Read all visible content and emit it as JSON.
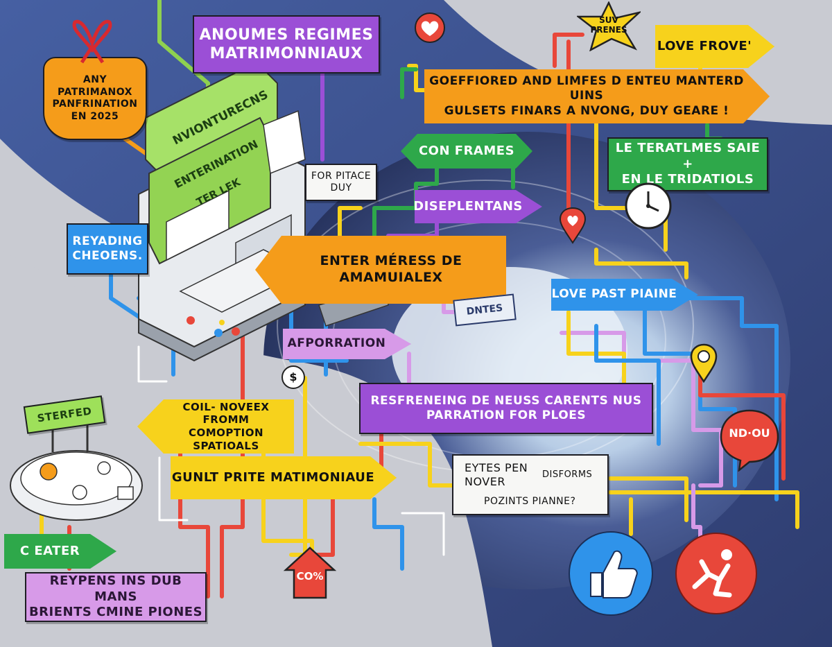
{
  "labels": {
    "top_center": "ANOUMES REGIMES\nMATRIMONNIAUX",
    "top_left_tag": "ANY\nPATRIMANOX\nPANFRINATION\nEN 2025",
    "star_badge": "SUV\nPRENES",
    "love_frove": "LOVE FROVE'",
    "orange_banner": "GOEFFIORED AND LIMFES D ENTEU MANTERD UINS\nGULSETS FINARS A NVONG, DUY GEARE !",
    "con_frames": "CON FRAMES",
    "le_tera": "LE TERATLMES SAIE +\nEN LE TRIDATIOLS",
    "for_pitace": "FOR PITACE\nDUY",
    "diseplentans": "DISEPLENTANS",
    "reyading": "REYADING\nCHEOENS.",
    "enter_meres": "ENTER MÉRESS DE AMAMUIALEX",
    "love_past": "LOVE PAST PIAINE",
    "book_title": "NVIONTURECNS",
    "book_sub": "ENTERINATION",
    "book_small": "TER LEK",
    "dates_sign": "DNTES",
    "afporration": "AFPORRATION",
    "resfrenensing": "RESFRENEING DE NEUSS CARENTS NUS\nPARRATION FOR PLOES",
    "coil_noveex": "COIL- NOVEEX FROMM\nCOMOPTION SPATIOALS",
    "sterfed": "STERFED",
    "gunlt": "GUNLT PRITE MATIMONIAUE",
    "eytes_pen": "EYTES PEN\nNOVER",
    "disforms": "DISFORMS",
    "pozints": "POZINTS PIANNE?",
    "c_eater": "C EATER",
    "reypens": "REYPENS INS DUB MANS\nBRIENTS CMINE PIONES",
    "co_percent": "CO%",
    "ndou": "ND·OU",
    "dollar": "$"
  },
  "colors": {
    "purple": "#9b4fd6",
    "orange": "#f59c1a",
    "green": "#2ea84a",
    "yellow": "#f7d21c",
    "blue": "#2f93ea",
    "red": "#e8473a",
    "pink": "#d79ae8",
    "navy": "#27345f"
  },
  "icons": [
    "heart-icon",
    "clock-icon",
    "map-pin-icon",
    "thumbs-up-icon",
    "person-falling-icon",
    "house-icon",
    "gift-bow-icon"
  ]
}
